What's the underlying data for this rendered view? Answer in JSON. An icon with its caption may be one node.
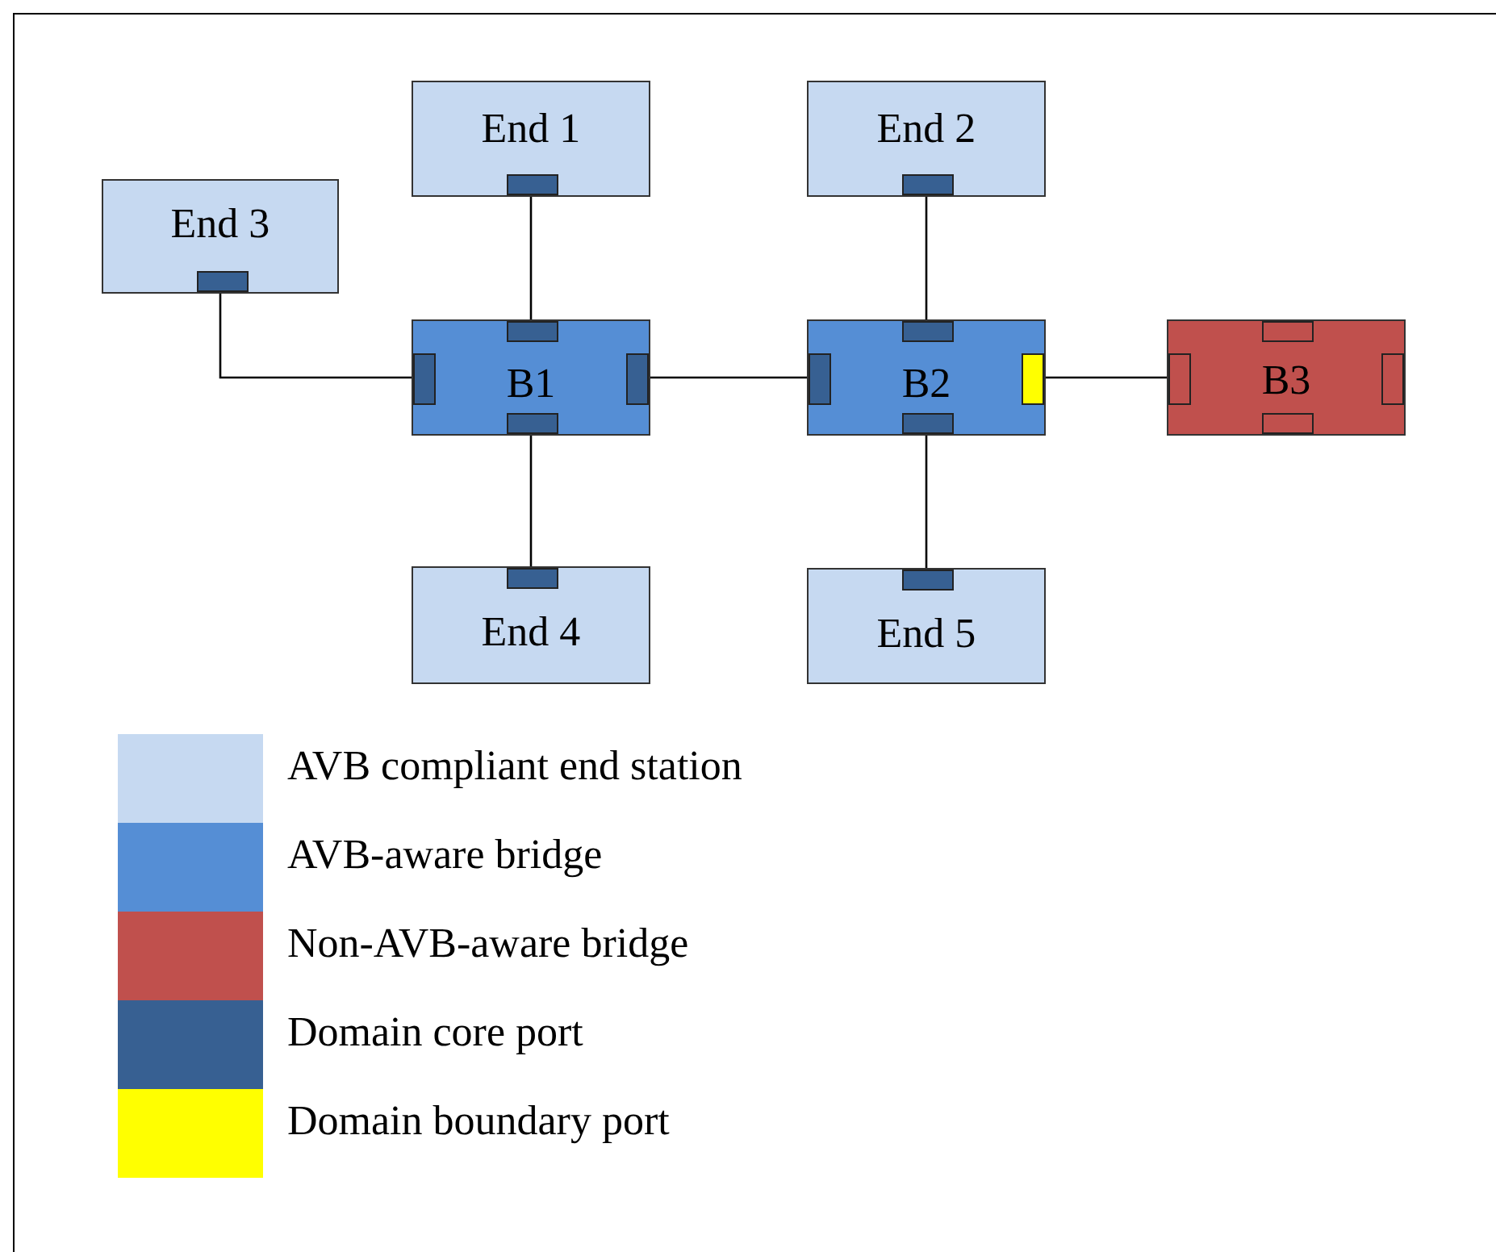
{
  "diagram": {
    "nodes": [
      {
        "text": [
          "End 1"
        ]
      },
      {
        "text": [
          "End 2"
        ]
      },
      {
        "text": [
          "End 3"
        ]
      },
      {
        "text": [
          "B1"
        ]
      },
      {
        "text": [
          "B2"
        ]
      },
      {
        "text": [
          "B3"
        ]
      },
      {
        "text": [
          "End 4"
        ]
      },
      {
        "text": [
          "End 5"
        ]
      }
    ],
    "edges": [
      {
        "from": 0,
        "to": 3,
        "arrow": "none"
      },
      {
        "from": 1,
        "to": 4,
        "arrow": "none"
      },
      {
        "from": 2,
        "to": 3,
        "arrow": "none"
      },
      {
        "from": 3,
        "to": 4,
        "arrow": "none"
      },
      {
        "from": 4,
        "to": 5,
        "arrow": "none"
      },
      {
        "from": 3,
        "to": 6,
        "arrow": "none"
      },
      {
        "from": 4,
        "to": 7,
        "arrow": "none"
      }
    ],
    "legend": [
      {
        "text": "AVB compliant end station",
        "color": "#c6d9f1"
      },
      {
        "text": "AVB-aware bridge",
        "color": "#558ed5"
      },
      {
        "text": "Non-AVB-aware bridge",
        "color": "#c0504d"
      },
      {
        "text": "Domain core port",
        "color": "#376092"
      },
      {
        "text": "Domain boundary port",
        "color": "#ffff00"
      }
    ]
  }
}
